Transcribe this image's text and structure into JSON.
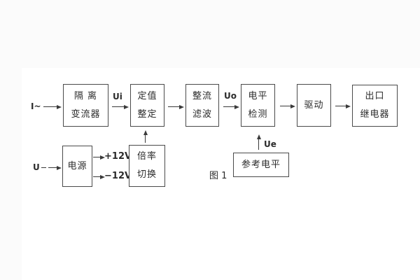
{
  "figure": {
    "caption": "图 1"
  },
  "inputs": {
    "current": "I~",
    "voltage": "U"
  },
  "signals": {
    "ui": "Ui",
    "uo": "Uo",
    "ue": "Ue",
    "plus12": "+12V",
    "minus12": "−12V"
  },
  "blocks": {
    "isolation": {
      "line1": "隔 离",
      "line2": "变流器"
    },
    "setting": {
      "line1": "定值",
      "line2": "整定"
    },
    "rectifier": {
      "line1": "整流",
      "line2": "滤波"
    },
    "level_detect": {
      "line1": "电平",
      "line2": "检测"
    },
    "drive": {
      "line1": "驱动"
    },
    "output_relay": {
      "line1": "出口",
      "line2": "继电器"
    },
    "power": {
      "line1": "电源"
    },
    "multiplier": {
      "line1": "倍率",
      "line2": "切换"
    },
    "reference": {
      "line1": "参考电平"
    }
  },
  "colors": {
    "line": "#3a3a3a",
    "text": "#2b2b2b",
    "panel": "#ffffff",
    "page": "#fbfbfb"
  }
}
